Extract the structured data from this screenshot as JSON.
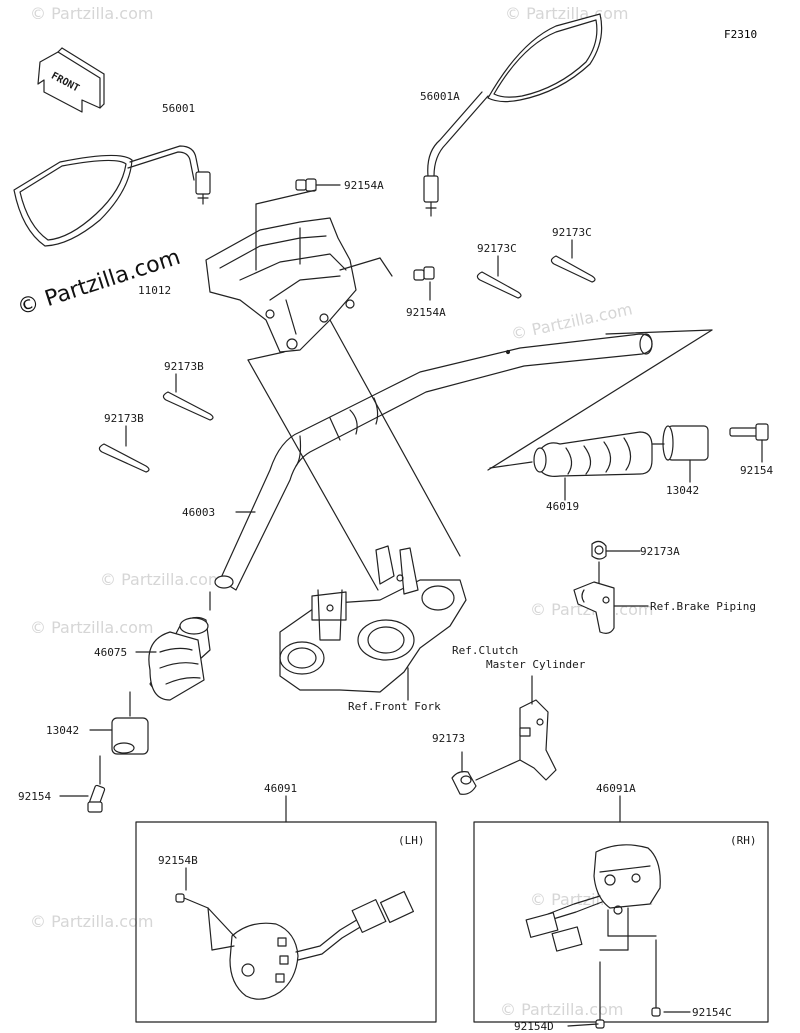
{
  "figure_id": "F2310",
  "watermark": "© Partzilla.com",
  "front_arrow_label": "FRONT",
  "parts": {
    "mirror_left": "56001",
    "mirror_right": "56001A",
    "bolt_a_top": "92154A",
    "bolt_a_mid": "92154A",
    "holder": "11012",
    "band_c1": "92173C",
    "band_c2": "92173C",
    "band_b1": "92173B",
    "band_b2": "92173B",
    "handlebar": "46003",
    "grip_right": "46019",
    "weight_right": "13042",
    "screw_right": "92154",
    "grip_left": "46075",
    "weight_left": "13042",
    "screw_left": "92154",
    "clamp_a": "92173A",
    "clamp": "92173",
    "switch_lh": "46091",
    "switch_rh": "46091A",
    "screw_b": "92154B",
    "screw_c": "92154C",
    "screw_d": "92154D"
  },
  "refs": {
    "brake_piping": "Ref.Brake Piping",
    "clutch_line1": "Ref.Clutch",
    "clutch_line2": "Master Cylinder",
    "front_fork": "Ref.Front Fork"
  },
  "boxes": {
    "lh_tag": "(LH)",
    "rh_tag": "(RH)"
  }
}
